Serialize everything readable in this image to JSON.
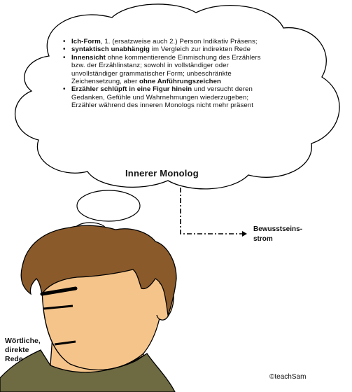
{
  "bubble": {
    "items": [
      {
        "strong": "Ich-Form",
        "rest": ", 1. (ersatzweise auch 2.) Person Indikativ Präsens;"
      },
      {
        "strong": "syntaktisch unabhängig",
        "rest": " im Vergleich zur indirekten Rede"
      },
      {
        "strong": "Innensicht",
        "rest": " ohne kommentierende Einmischung des Erzählers bzw. der Erzählinstanz; sowohl in vollständiger oder unvollständiger grammatischer Form; unbeschränkte Zeichensetzung, aber ",
        "strong2": "ohne Anführungszeichen"
      },
      {
        "strong": "Erzähler schlüpft in eine Figur hinein",
        "rest": " und versucht deren Gedanken, Gefühle und Wahrnehmungen wiederzugeben; Erzähler während des inneren Monologs nicht mehr präsent"
      }
    ]
  },
  "title": "Innerer Monolog",
  "stream_label": "Bewusstseins-\nstrom",
  "direct_label": "Wörtliche,\ndirekte\nRede",
  "copyright": "©teachSam",
  "colors": {
    "hair": "#8a5a2b",
    "skin": "#f5c48a",
    "shirt": "#6e6a42",
    "outline": "#000000"
  }
}
